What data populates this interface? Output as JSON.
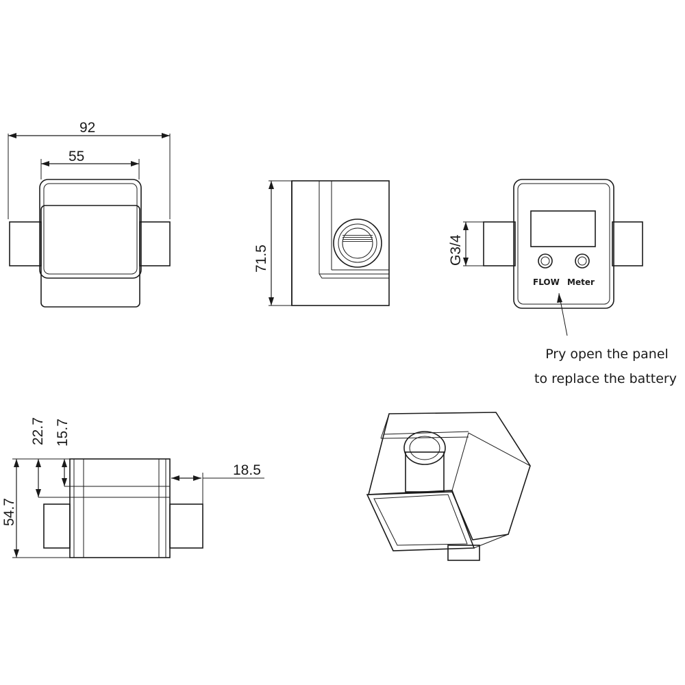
{
  "dimensions": {
    "overall_width": "92",
    "body_width": "55",
    "height": "71.5",
    "thread": "G3/4",
    "offset_a": "22.7",
    "offset_b": "15.7",
    "depth": "54.7",
    "thread_length": "18.5"
  },
  "panel": {
    "label_left": "FLOW",
    "label_right": "Meter"
  },
  "note": {
    "line1": "Pry open the panel",
    "line2": "to replace the battery"
  }
}
